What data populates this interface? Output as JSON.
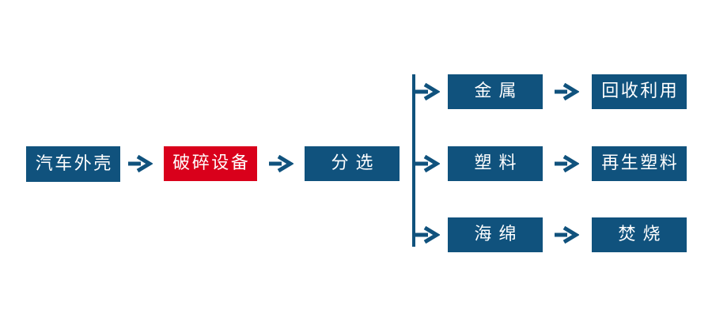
{
  "colors": {
    "blue": "#10527D",
    "red": "#D9001B",
    "label": "#FFFFFF",
    "bg": "#FFFFFF"
  },
  "flow": {
    "source": "汽车外壳",
    "crusher": "破碎设备",
    "sorter": "分选",
    "branches": [
      {
        "material": "金属",
        "outcome": "回收利用"
      },
      {
        "material": "塑料",
        "outcome": "再生塑料"
      },
      {
        "material": "海绵",
        "outcome": "焚烧"
      }
    ]
  }
}
